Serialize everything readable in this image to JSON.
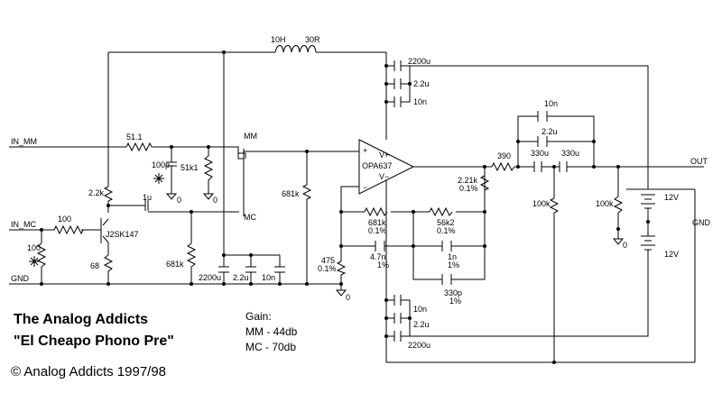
{
  "credits": {
    "title_line1": "The Analog Addicts",
    "title_line2": "\"El Cheapo Phono Pre\"",
    "copyright": "© Analog Addicts 1997/98"
  },
  "gain_note": {
    "heading": "Gain:",
    "mm": "MM - 44db",
    "mc": "MC - 70db"
  },
  "nets": {
    "in_mm": "IN_MM",
    "in_mc": "IN_MC",
    "gnd": "GND",
    "out": "OUT",
    "gnd_right": "GND",
    "mm": "MM",
    "mc": "MC"
  },
  "components": {
    "l1": "10H",
    "l1_r": "30R",
    "r_51k1_series": "51.1",
    "c_100p": "100p",
    "r_51k1_shunt": "51k1",
    "r_2k2": "2.2k",
    "c_1u": "1u",
    "r_100_in": "100",
    "r_100_shunt": "100",
    "q1": "J2SK147",
    "r_68": "68",
    "r_681k_mid": "681k",
    "r_681k_bot": "681k",
    "c_2200u_bot": "2200u",
    "c_2u2_bot": "2.2u",
    "c_10n_bot": "10n",
    "opamp": "OPA637",
    "vplus": "V+",
    "vminus": "V−",
    "c_2200u_top": "2200u",
    "c_2u2_top": "2.2u",
    "c_10n_top": "10n",
    "r_681k_fb": "681k",
    "r_681k_fb_tol": "0.1%",
    "r_56k2": "56k2",
    "r_56k2_tol": "0.1%",
    "c_4n7": "4.7n",
    "c_4n7_tol": "1%",
    "c_1n": "1n",
    "c_1n_tol": "1%",
    "c_330p": "330p",
    "c_330p_tol": "1%",
    "r_475": "475",
    "r_475_tol": "0.1%",
    "r_2k21": "2.21k",
    "r_2k21_tol": "0.1%",
    "c_2200u_neg": "2200u",
    "c_2u2_neg": "2.2u",
    "c_10n_neg": "10n",
    "r_390": "390",
    "c_330u_a": "330u",
    "c_330u_b": "330u",
    "c_10n_out": "10n",
    "c_2u2_out": "2.2u",
    "r_100k_a": "100k",
    "r_100k_b": "100k",
    "bat_pos": "12V",
    "bat_neg": "12V",
    "gnd0_a": "0",
    "gnd0_b": "0",
    "gnd0_c": "0",
    "gnd0_d": "0",
    "plus_sign": "+",
    "minus_sign": "−"
  }
}
